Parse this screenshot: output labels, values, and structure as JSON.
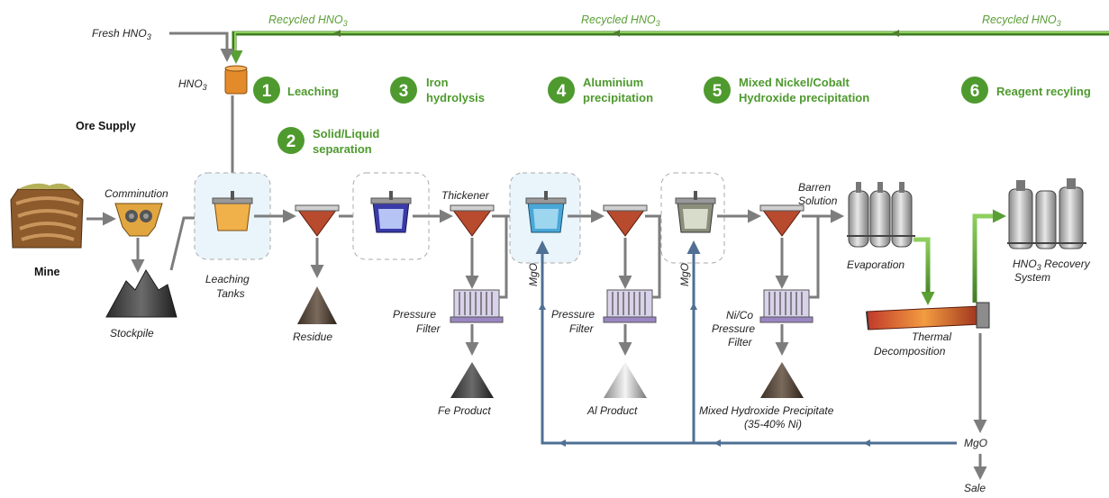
{
  "colors": {
    "recycle_green": "#5a9e36",
    "stage_green": "#4e9a2e",
    "flow_gray": "#7d7d7d",
    "mgo_blue": "#4f6f93"
  },
  "flows": {
    "fresh_hno3_pre": "Fresh HNO",
    "fresh_hno3_sub": "3",
    "recycled_pre": "Recycled HNO",
    "recycled_sub": "3",
    "hno3_pre": "HNO",
    "hno3_sub": "3",
    "mgo": "MgO",
    "sale": "Sale"
  },
  "stages": [
    {
      "num": "1",
      "line1": "Leaching",
      "line2": ""
    },
    {
      "num": "2",
      "line1": "Solid/Liquid",
      "line2": "separation"
    },
    {
      "num": "3",
      "line1": "Iron",
      "line2": "hydrolysis"
    },
    {
      "num": "4",
      "line1": "Aluminium",
      "line2": "precipitation"
    },
    {
      "num": "5",
      "line1": "Mixed Nickel/Cobalt",
      "line2": "Hydroxide precipitation"
    },
    {
      "num": "6",
      "line1": "Reagent recyling",
      "line2": ""
    }
  ],
  "labels": {
    "ore_supply": "Ore Supply",
    "mine": "Mine",
    "comminution": "Comminution",
    "stockpile": "Stockpile",
    "leaching_tanks_1": "Leaching",
    "leaching_tanks_2": "Tanks",
    "residue": "Residue",
    "thickener": "Thickener",
    "pressure": "Pressure",
    "filter": "Filter",
    "fe_product": "Fe Product",
    "al_product": "Al Product",
    "barren_1": "Barren",
    "barren_2": "Solution",
    "evaporation": "Evaporation",
    "nico_1": "Ni/Co",
    "nico_2": "Pressure",
    "nico_3": "Filter",
    "mhp_1": "Mixed Hydroxide Precipitate",
    "mhp_2": "(35-40% Ni)",
    "thermal_1": "Thermal",
    "thermal_2": "Decomposition",
    "recovery_1_pre": "HNO",
    "recovery_1_sub": "3",
    "recovery_1_post": " Recovery",
    "recovery_2": "System"
  }
}
